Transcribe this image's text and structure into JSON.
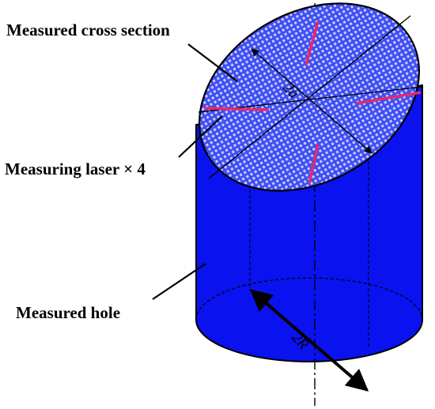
{
  "labels": {
    "cross_section": "Measured cross section",
    "laser": "Measuring laser × 4",
    "hole": "Measured hole"
  },
  "dimensions": {
    "base_diameter": "2R",
    "section_axis": "2a"
  },
  "colors": {
    "cylinder": "#0a12f0",
    "section_fill": "#3e4ef4",
    "section_dot": "#c9ceff",
    "laser": "#e6286b",
    "outline": "#000000"
  }
}
